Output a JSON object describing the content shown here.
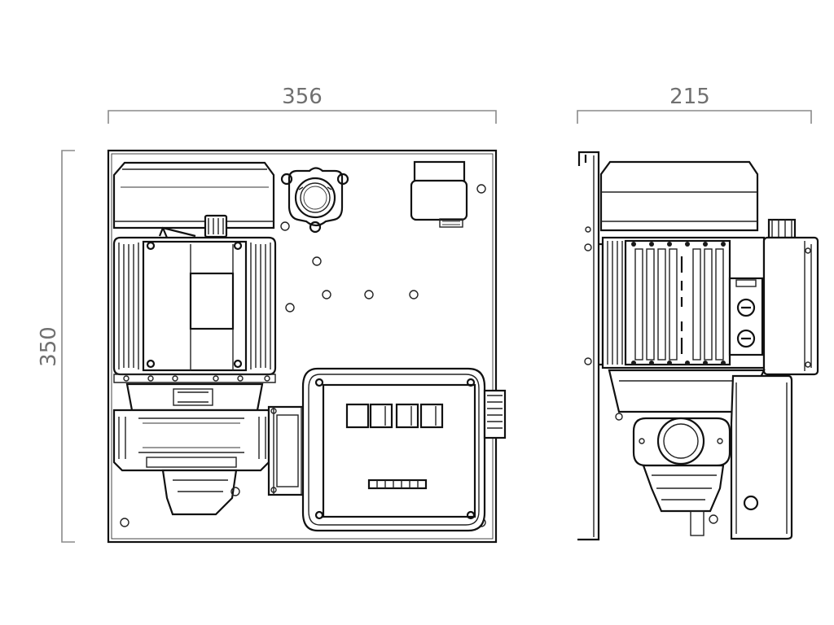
{
  "dimensions": {
    "front_width": "356",
    "side_width": "215",
    "height": "350"
  },
  "colors": {
    "dimension_line": "#8a8a8a",
    "dimension_text": "#707070",
    "drawing_line": "#222222",
    "background": "#ffffff"
  }
}
